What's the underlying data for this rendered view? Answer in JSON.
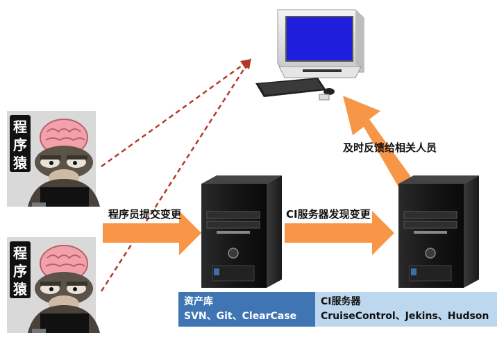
{
  "labels": {
    "commit": "程序员提交变更",
    "detect": "CI服务器发现变更",
    "feedback": "及时反馈给相关人员"
  },
  "repo_box": {
    "title": "资产库",
    "tools": "SVN、Git、ClearCase",
    "bg": "#3f75b2",
    "color": "#ffffff"
  },
  "ci_box": {
    "title": "CI服务器",
    "tools": "CruiseControl、Jekins、Hudson",
    "bg": "#bdd7ee",
    "color": "#111111"
  },
  "avatar": {
    "badge_text": [
      "程",
      "序",
      "猿"
    ]
  },
  "colors": {
    "arrow_orange": "#f79646",
    "dashed_red": "#b23a2a",
    "monitor_screen": "#1e1edc"
  },
  "icons": [
    "monkey-programmer-icon",
    "server-tower-icon",
    "desktop-computer-icon"
  ]
}
